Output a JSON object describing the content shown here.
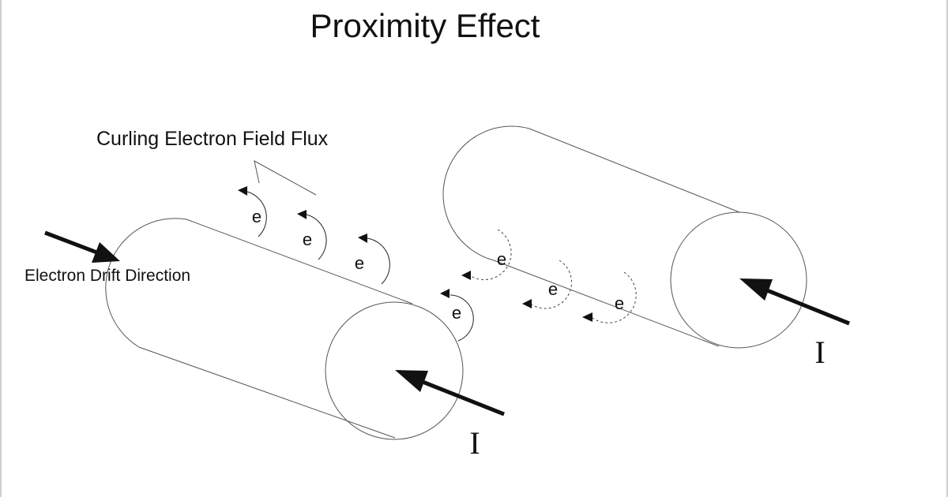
{
  "diagram": {
    "title": "Proximity Effect",
    "flux_label": "Curling Electron Field Flux",
    "drift_label": "Electron Drift Direction",
    "electron_symbol": "e",
    "current_symbol": "I",
    "left_conductor_electron_count": 4,
    "right_conductor_electron_count": 3
  }
}
